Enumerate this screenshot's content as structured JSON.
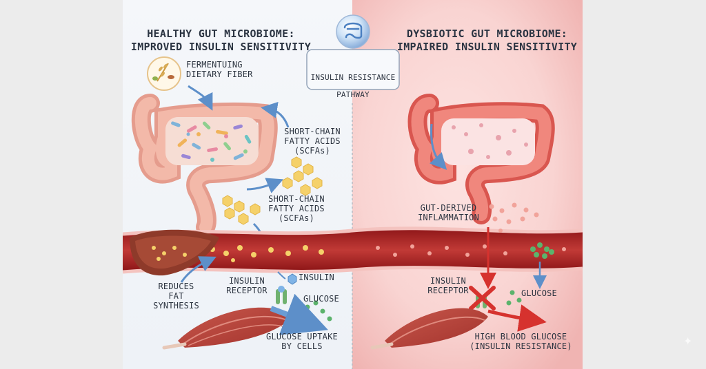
{
  "left_header": {
    "line1": "HEALTHY GUT MICROBIOME:",
    "line2": "IMPROVED INSULIN SENSITIVITY"
  },
  "right_header": {
    "line1": "DYSBIOTIC GUT MICROBIOME:",
    "line2": "IMPAIRED INSULIN SENSITIVITY"
  },
  "center_box": {
    "line1": "INSULIN RESISTANCE",
    "line2": "PATHWAY",
    "icon": "gut-icon"
  },
  "left_labels": {
    "fiber": "FERMENTUING\nDIETARY FIBER",
    "scfa_top": "SHORT-CHAIN\nFATTY ACIDS\n(SCFAs)",
    "scfa_mid": "SHORT-CHAIN\nFATTY ACIDS\n(SCFAs)",
    "fat": "REDUCES\nFAT SYNTHESIS",
    "receptor": "INSULIN\nRECEPTOR",
    "insulin": "INSULIN",
    "glucose": "GLUCOSE",
    "uptake": "GLUCOSE UPTAKE\nBY CELLS"
  },
  "right_labels": {
    "inflammation": "GUT-DERIVED\nINFLAMMATION",
    "receptor": "INSULIN\nRECEPTOR",
    "glucose": "GLUCOSE",
    "high_glucose": "HIGH BLOOD GLUCOSE\n(INSULIN RESISTANCE)"
  },
  "colors": {
    "background": "#ececec",
    "left_bg": "#f3f6fa",
    "right_bg": "#f8dede",
    "intestine": "#e89c8d",
    "blood_vessel": "#b0282a",
    "scfa": "#f5d16a",
    "glucose": "#5cb36c",
    "arrow_blue": "#5d8fc9",
    "arrow_red": "#d6322e",
    "text": "#2c3440"
  }
}
